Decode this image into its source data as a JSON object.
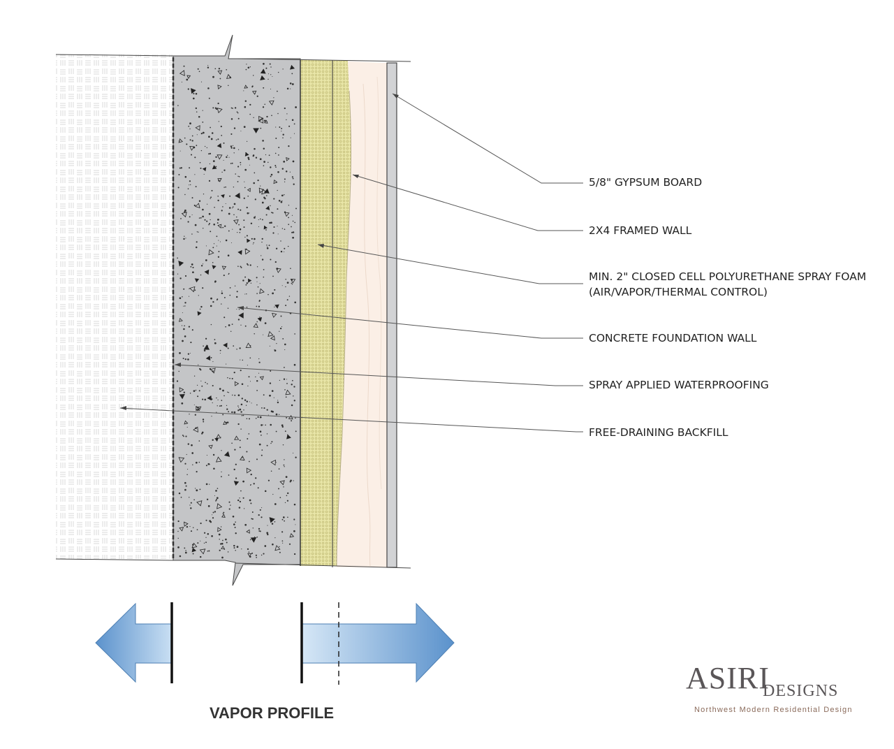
{
  "labels": {
    "gypsum": "5/8\" GYPSUM BOARD",
    "framed_wall": "2X4 FRAMED WALL",
    "spray_foam_line1": "MIN.  2\" CLOSED CELL POLYURETHANE SPRAY FOAM",
    "spray_foam_line2": "(AIR/VAPOR/THERMAL CONTROL)",
    "concrete": "CONCRETE FOUNDATION WALL",
    "waterproofing": "SPRAY APPLIED WATERPROOFING",
    "backfill": "FREE-DRAINING BACKFILL"
  },
  "vapor_profile": {
    "title": "VAPOR PROFILE"
  },
  "brand": {
    "name_main": "ASIRI",
    "name_sub": "DESIGNS",
    "tagline": "Northwest Modern Residential Design"
  },
  "colors": {
    "concrete": "#c4c5c7",
    "foam": "#e9e6a8",
    "wood": "#fbefe6",
    "gypsum": "#d2d3d5",
    "arrow": "#6d9fd1"
  }
}
